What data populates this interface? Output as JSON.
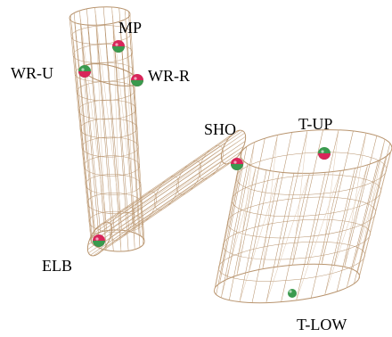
{
  "colors": {
    "wire": "#b8946e",
    "wire_light": "#d9c0a4",
    "marker_red": "#d8265a",
    "marker_green": "#3a9a4e",
    "label": "#000000"
  },
  "labels": {
    "mp": "MP",
    "wr_u": "WR-U",
    "wr_r": "WR-R",
    "sho": "SHO",
    "t_up": "T-UP",
    "elb": "ELB",
    "t_low": "T-LOW"
  },
  "markers": [
    {
      "id": "mp",
      "style": "red-green"
    },
    {
      "id": "wr_u",
      "style": "green-red"
    },
    {
      "id": "wr_r",
      "style": "red-green"
    },
    {
      "id": "sho",
      "style": "red-green"
    },
    {
      "id": "t_up",
      "style": "green-red"
    },
    {
      "id": "elb",
      "style": "red-green"
    },
    {
      "id": "t_low",
      "style": "green"
    }
  ]
}
